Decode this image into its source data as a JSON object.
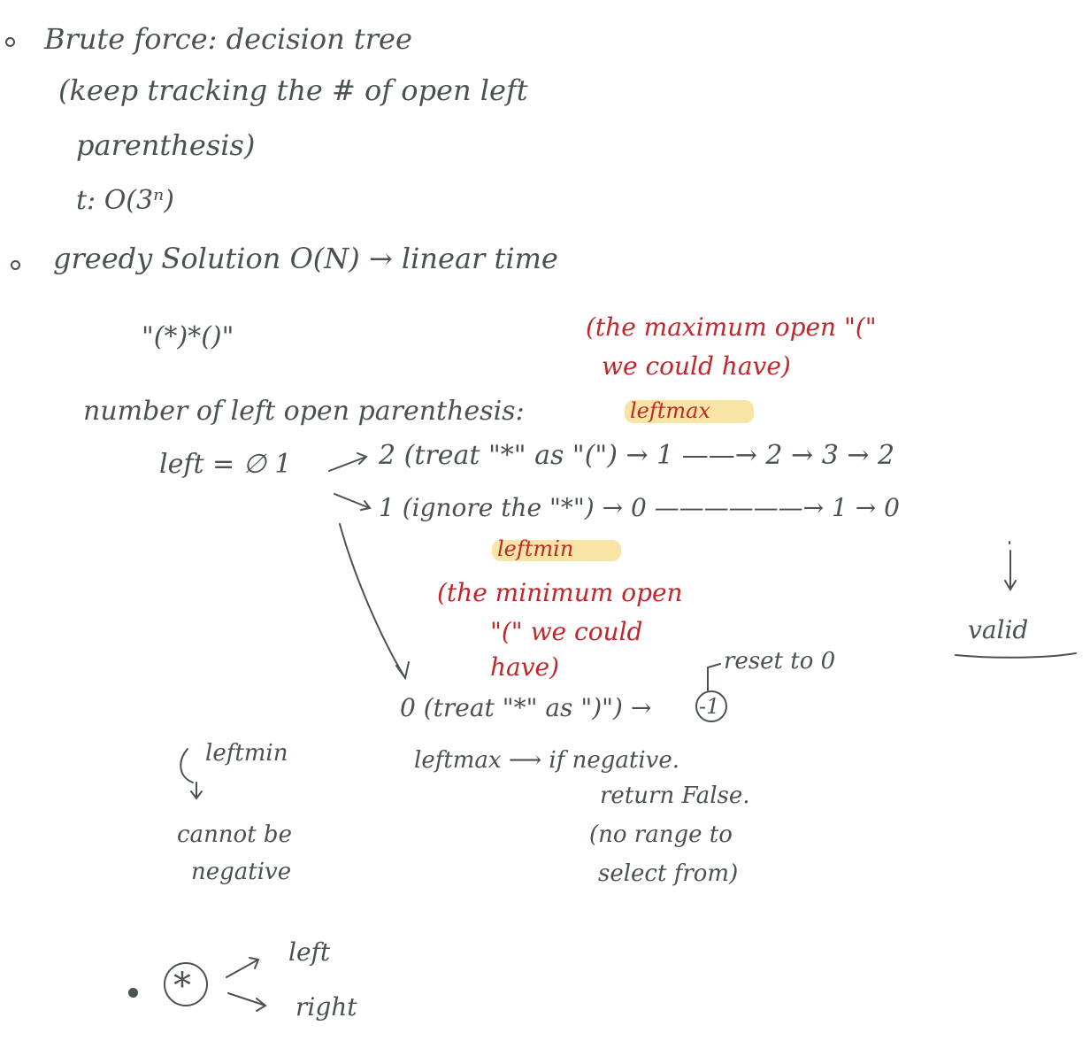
{
  "notes": {
    "line1": "Brute force: decision tree",
    "line2": "(keep tracking the # of open left",
    "line3": "parenthesis)",
    "line4": "t: O(3ⁿ)",
    "line5": "greedy Solution O(N) → linear time",
    "example": "\"(*)*()\"",
    "max_note_1": "(the maximum open \"(\"",
    "max_note_2": "we could have)",
    "count_label": "number of left open parenthesis:",
    "leftmax_label": "leftmax",
    "left_start": "left = ∅ 1",
    "max_path": "2 (treat \"*\" as \"(\") → 1 ——→ 2 → 3 → 2",
    "min_path": "1 (ignore the \"*\") → 0 ——————→ 1 → 0",
    "leftmin_label": "leftmin",
    "min_note_1": "(the minimum open",
    "min_note_2": "\"(\" we could",
    "min_note_3": "have)",
    "valid": "valid",
    "reset_note": "reset to 0",
    "neg_path": "0 (treat \"*\" as \")\") →",
    "neg_value": "-1",
    "leftmin_rule_1": "leftmin",
    "leftmin_rule_2": "cannot be",
    "leftmin_rule_3": "negative",
    "leftmax_rule_1": "leftmax ⟶ if negative.",
    "leftmax_rule_2": "return False.",
    "leftmax_rule_3": "(no range to",
    "leftmax_rule_4": "select from)",
    "star": "*",
    "star_left": "left",
    "star_right": "right"
  }
}
